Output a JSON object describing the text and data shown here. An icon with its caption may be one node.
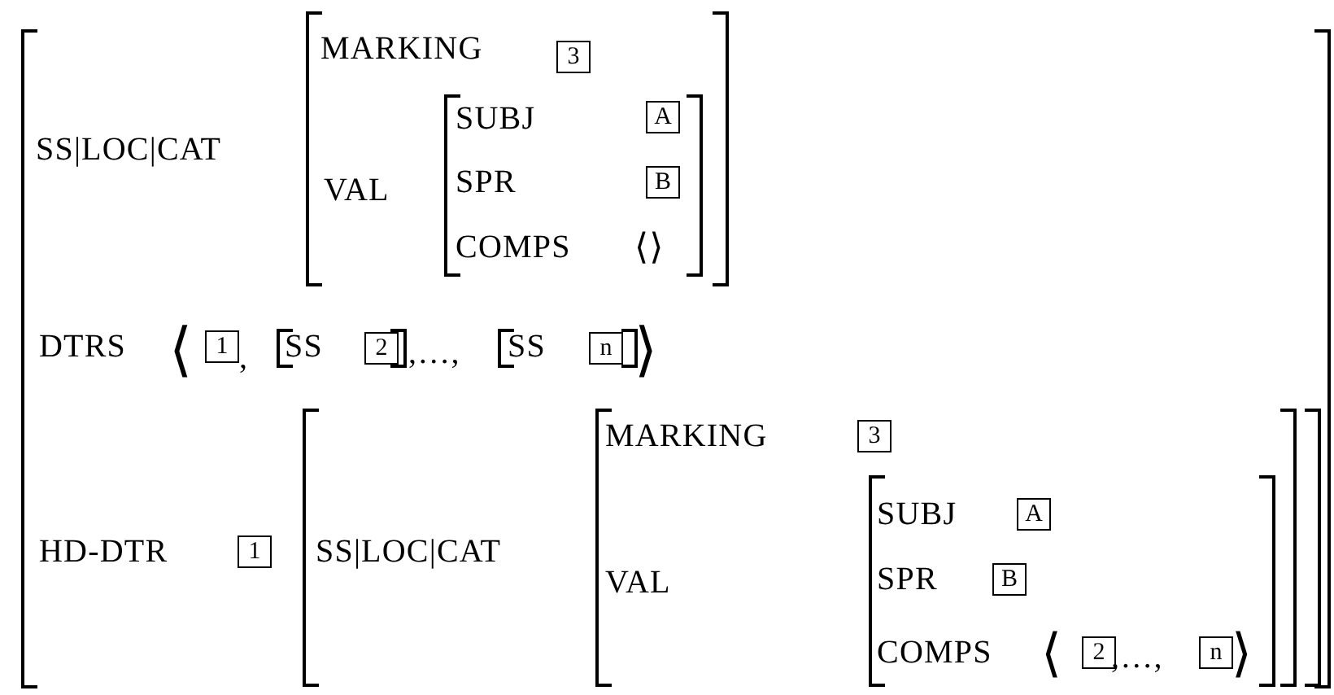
{
  "diagram": {
    "nodes": [
      {
        "text": [],
        "shape": "bracket"
      },
      {
        "text": [],
        "shape": "bracket",
        "in": 0
      },
      {
        "text": [],
        "shape": "bracket",
        "in": 1
      },
      {
        "text": [
          "3"
        ],
        "in": 1
      },
      {
        "text": [
          "A"
        ],
        "in": 2
      },
      {
        "text": [
          "B"
        ],
        "in": 2
      },
      {
        "text": [
          "1"
        ],
        "in": 0
      },
      {
        "text": [],
        "shape": "bracket",
        "in": 0
      },
      {
        "text": [
          "2"
        ],
        "in": 7
      },
      {
        "text": [],
        "shape": "bracket",
        "in": 0
      },
      {
        "text": [
          "n"
        ],
        "in": 9
      },
      {
        "text": [
          "1"
        ],
        "in": 0
      },
      {
        "text": [],
        "shape": "bracket",
        "in": 0
      },
      {
        "text": [],
        "shape": "bracket",
        "in": 12
      },
      {
        "text": [
          "3"
        ],
        "in": 13
      },
      {
        "text": [],
        "shape": "bracket",
        "in": 13
      },
      {
        "text": [
          "A"
        ],
        "in": 15
      },
      {
        "text": [
          "B"
        ],
        "in": 15
      },
      {
        "text": [
          "2"
        ],
        "in": 15
      },
      {
        "text": [
          "n"
        ],
        "in": 15
      }
    ],
    "labels": [
      "SS|LOC|CAT",
      "MARKING",
      "VAL",
      "SUBJ",
      "SPR",
      "COMPS",
      "⟨⟩",
      "DTRS",
      "⟨",
      ",",
      "SS",
      ",…,",
      "SS",
      "⟩",
      "HD-DTR",
      "SS|LOC|CAT",
      "MARKING",
      "VAL",
      "SUBJ",
      "SPR",
      "COMPS",
      "⟨",
      ",…,",
      "⟩"
    ]
  }
}
